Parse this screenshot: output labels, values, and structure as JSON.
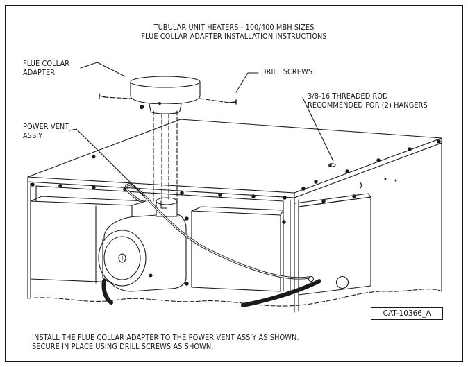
{
  "title": {
    "line1": "TUBULAR UNIT HEATERS - 100/400 MBH SIZES",
    "line2": "FLUE COLLAR ADAPTER INSTALLATION INSTRUCTIONS"
  },
  "callouts": {
    "flue_collar_line1": "FLUE COLLAR",
    "flue_collar_line2": "ADAPTER",
    "drill_screws": "DRILL SCREWS",
    "threaded_rod_line1": "3/8-16 THREADED ROD",
    "threaded_rod_line2": "RECOMMENDED FOR (2) HANGERS",
    "power_vent_line1": "POWER VENT",
    "power_vent_line2": "ASS'Y"
  },
  "catalog_number": "CAT-10366_A",
  "instructions": {
    "line1": "INSTALL THE FLUE COLLAR ADAPTER TO THE POWER VENT ASS'Y AS SHOWN.",
    "line2": "SECURE IN PLACE USING DRILL SCREWS AS SHOWN."
  }
}
